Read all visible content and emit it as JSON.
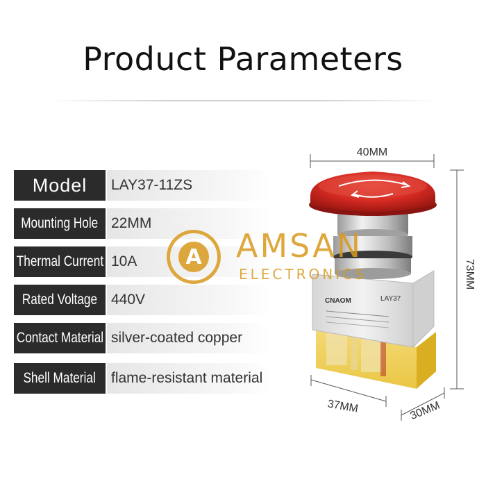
{
  "title": "Product Parameters",
  "parameters": [
    {
      "label": "Model",
      "value": "LAY37-11ZS"
    },
    {
      "label": "Mounting Hole",
      "value": "22MM"
    },
    {
      "label": "Thermal Current",
      "value": "10A"
    },
    {
      "label": "Rated Voltage",
      "value": "440V"
    },
    {
      "label": "Contact Material",
      "value": "silver-coated copper"
    },
    {
      "label": "Shell Material",
      "value": "flame-resistant material"
    }
  ],
  "dimensions": {
    "width": "40MM",
    "height": "73MM",
    "depth_front": "37MM",
    "depth_side": "30MM"
  },
  "product_label": {
    "brand": "CNAOM",
    "model": "LAY37"
  },
  "watermark": {
    "letter": "A",
    "brand": "AMSAN",
    "subtitle": "ELECTRONICS"
  },
  "colors": {
    "label_bg": "#2b2b2b",
    "value_bg": "#e6e6e6",
    "button_red": "#d42a22",
    "watermark": "#d99a1e"
  }
}
